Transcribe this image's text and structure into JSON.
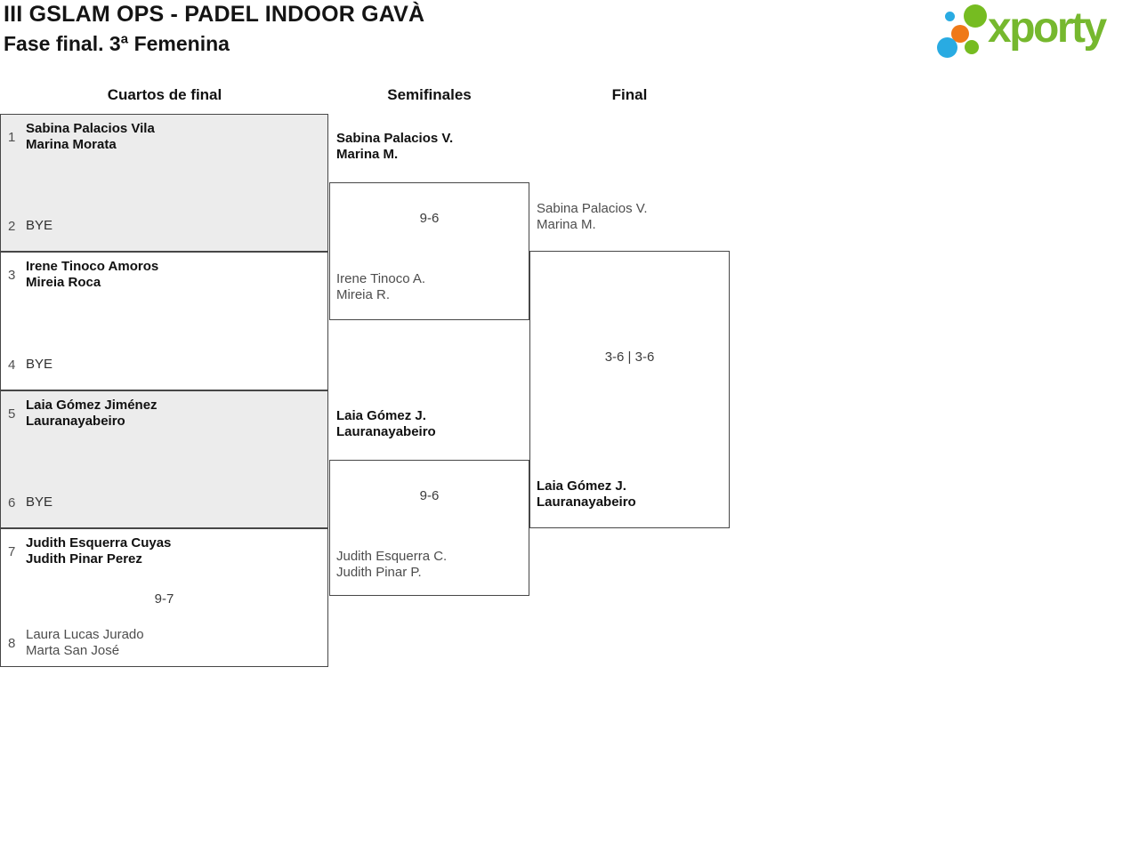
{
  "header": {
    "title": "III GSLAM OPS - PADEL INDOOR GAVÀ",
    "subtitle": "Fase final. 3ª Femenina",
    "brand": "xporty"
  },
  "colors": {
    "brand_green": "#76bc21",
    "brand_blue": "#29abe2",
    "brand_orange": "#ef7918",
    "match_fill_grey": "#ececec",
    "match_border": "#474747",
    "winner_text": "#111111",
    "loser_text": "#4d4d4d"
  },
  "rounds": {
    "quarterfinals_label": "Cuartos de final",
    "semifinals_label": "Semifinales",
    "final_label": "Final"
  },
  "quarterfinals": [
    {
      "seed1": "1",
      "team1_line1": "Sabina Palacios Vila",
      "team1_line2": "Marina Morata",
      "seed2": "2",
      "team2_line1": "BYE"
    },
    {
      "seed1": "3",
      "team1_line1": "Irene Tinoco Amoros",
      "team1_line2": "Mireia Roca",
      "seed2": "4",
      "team2_line1": "BYE"
    },
    {
      "seed1": "5",
      "team1_line1": "Laia Gómez Jiménez",
      "team1_line2": "Lauranayabeiro",
      "seed2": "6",
      "team2_line1": "BYE"
    },
    {
      "seed1": "7",
      "team1_line1": "Judith Esquerra Cuyas",
      "team1_line2": "Judith Pinar Perez",
      "score": "9-7",
      "seed2": "8",
      "team2_line1": "Laura Lucas Jurado",
      "team2_line2": "Marta San José"
    }
  ],
  "semifinals": [
    {
      "team1_line1": "Sabina Palacios V.",
      "team1_line2": "Marina M.",
      "score": "9-6",
      "team2_line1": "Irene Tinoco A.",
      "team2_line2": "Mireia R."
    },
    {
      "team1_line1": "Laia Gómez J.",
      "team1_line2": "Lauranayabeiro",
      "score": "9-6",
      "team2_line1": "Judith Esquerra C.",
      "team2_line2": "Judith Pinar P."
    }
  ],
  "final": {
    "team1_line1": "Sabina Palacios V.",
    "team1_line2": "Marina M.",
    "score": "3-6 | 3-6",
    "team2_line1": "Laia Gómez J.",
    "team2_line2": "Lauranayabeiro"
  }
}
